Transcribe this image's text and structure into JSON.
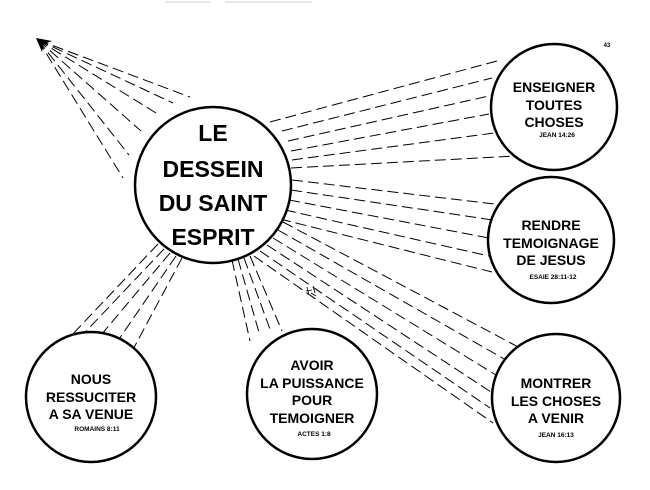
{
  "page_number": "43",
  "center": {
    "lines": [
      "LE",
      "DESSEIN",
      "DU SAINT",
      "ESPRIT"
    ]
  },
  "satellites": [
    {
      "id": "enseigner",
      "lines": [
        "ENSEIGNER",
        "TOUTES",
        "CHOSES"
      ],
      "reference": "JEAN 14:26"
    },
    {
      "id": "temoignage",
      "lines": [
        "RENDRE",
        "TEMOIGNAGE",
        "DE JESUS"
      ],
      "reference": "ESAIE 28:11-12"
    },
    {
      "id": "venir",
      "lines": [
        "MONTRER",
        "LES CHOSES",
        "A VENIR"
      ],
      "reference": "JEAN 16:13"
    },
    {
      "id": "puissance",
      "lines": [
        "AVOIR",
        "LA PUISSANCE",
        "POUR",
        "TEMOIGNER"
      ],
      "reference": "ACTES 1:8"
    },
    {
      "id": "ressusciter",
      "lines": [
        "NOUS",
        "RESSUCITER",
        "A SA VENUE"
      ],
      "reference": "ROMAINS 8:11"
    }
  ],
  "colors": {
    "ink": "#000000",
    "paper": "#ffffff"
  }
}
